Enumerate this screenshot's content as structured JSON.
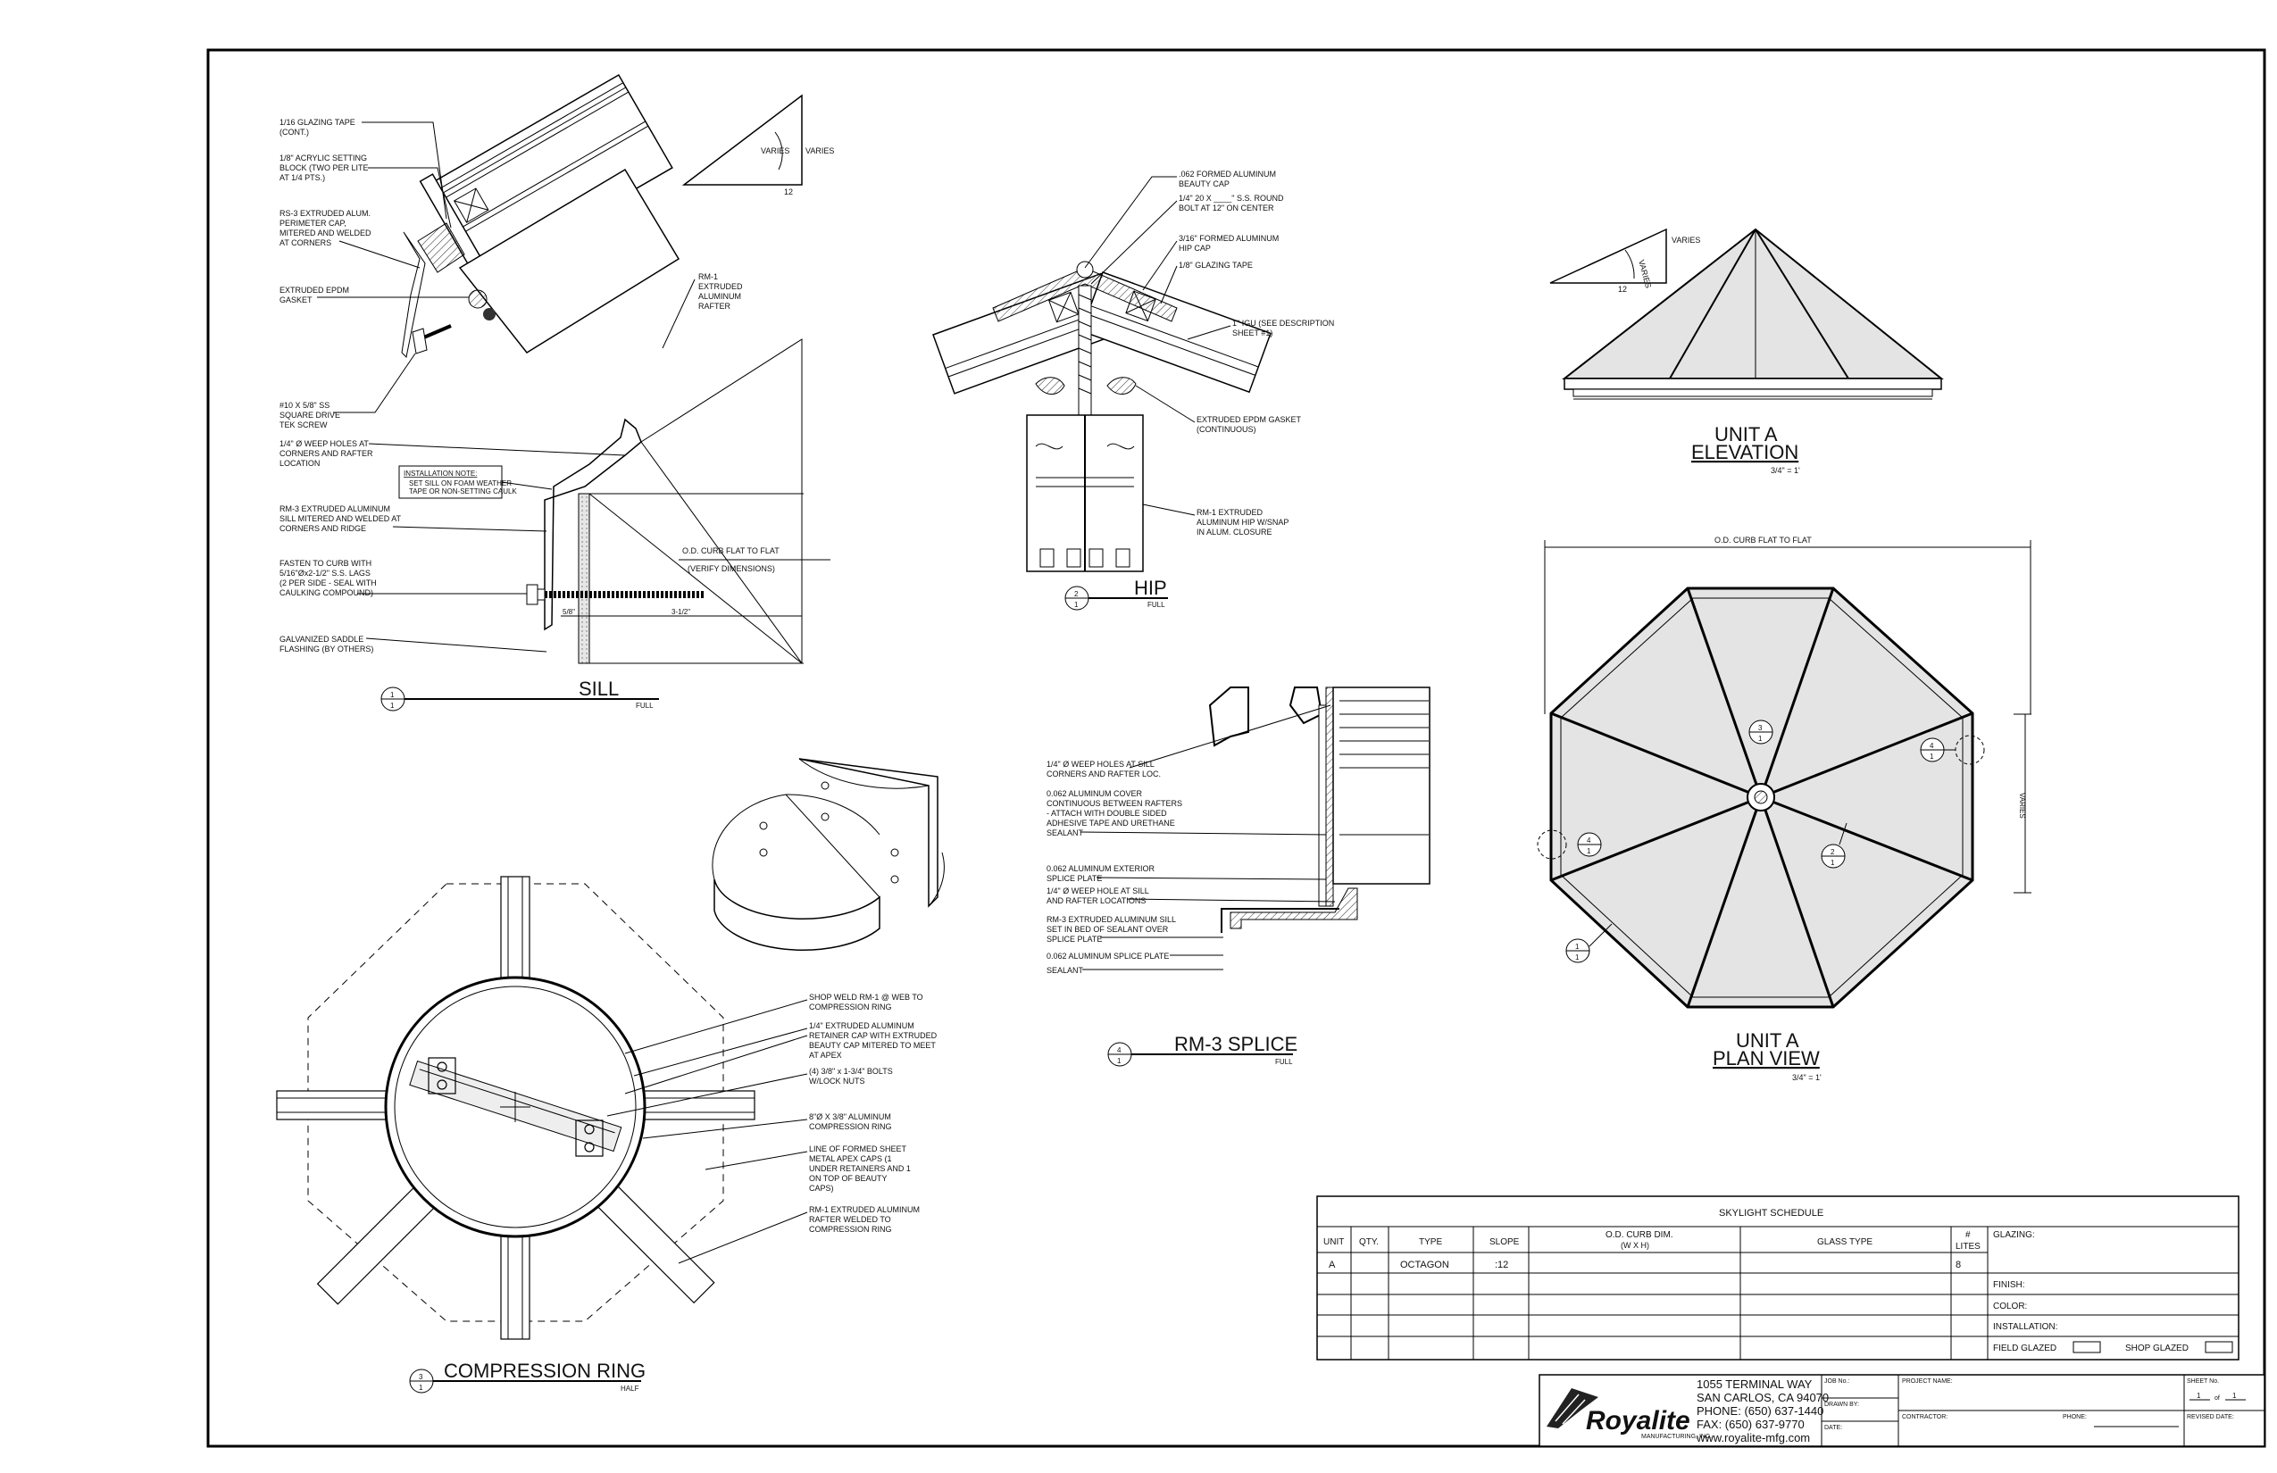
{
  "sill": {
    "labels": [
      "1/16 GLAZING TAPE",
      "(CONT.)",
      "1/8\" ACRYLIC SETTING",
      "BLOCK (TWO PER LITE",
      "AT 1/4 PTS.)",
      "RS-3 EXTRUDED ALUM.",
      "PERIMETER CAP,",
      "MITERED AND WELDED",
      "AT CORNERS",
      "EXTRUDED EPDM",
      "GASKET",
      "#10 X 5/8\" SS",
      "SQUARE DRIVE",
      "TEK SCREW",
      "1/4\" Ø WEEP HOLES AT",
      "CORNERS AND RAFTER",
      "LOCATION",
      "RM-3 EXTRUDED ALUMINUM",
      "SILL MITERED AND WELDED AT",
      "CORNERS AND RIDGE",
      "FASTEN TO CURB WITH",
      "5/16\"Øx2-1/2\" S.S. LAGS",
      "(2 PER SIDE - SEAL WITH",
      "CAULKING COMPOUND)",
      "GALVANIZED SADDLE",
      "FLASHING (BY OTHERS)"
    ],
    "rafter_label": [
      "RM-1",
      "EXTRUDED",
      "ALUMINUM",
      "RAFTER"
    ],
    "install_note_title": "INSTALLATION NOTE:",
    "install_note": [
      "SET SILL ON FOAM WEATHER",
      "TAPE OR NON-SETTING CAULK"
    ],
    "od_curb": "O.D. CURB FLAT TO FLAT",
    "verify": "(VERIFY DIMENSIONS)",
    "dim_a": "5/8\"",
    "dim_b": "3-1/2\"",
    "title": "SILL",
    "scale": "FULL",
    "num": "1",
    "sheet": "1"
  },
  "slope_sill": {
    "varies_a": "VARIES",
    "varies_b": "VARIES",
    "rise": "12"
  },
  "hip": {
    "labels": [
      ".062 FORMED ALUMINUM",
      "BEAUTY CAP",
      "1/4\" 20 X ____\" S.S. ROUND",
      "BOLT AT 12\" ON CENTER",
      "3/16\" FORMED ALUMINUM",
      "HIP CAP",
      "1/8\" GLAZING TAPE",
      "1\" IGU  (SEE DESCRIPTION",
      "SHEET #1)",
      "EXTRUDED EPDM GASKET",
      "(CONTINUOUS)",
      "RM-1 EXTRUDED",
      "ALUMINUM HIP W/SNAP",
      "IN ALUM. CLOSURE"
    ],
    "title": "HIP",
    "scale": "FULL",
    "num": "2",
    "sheet": "1"
  },
  "elevation": {
    "varies_a": "VARIES",
    "varies_b": "VARIES",
    "rise": "12",
    "title1": "UNIT A",
    "title2": "ELEVATION",
    "scale": "3/4\" = 1'"
  },
  "plan": {
    "od_curb": "O.D. CURB FLAT TO FLAT",
    "varies": "VARIES",
    "title1": "UNIT A",
    "title2": "PLAN VIEW",
    "scale": "3/4\" = 1'",
    "callouts": [
      {
        "num": "3",
        "sheet": "1"
      },
      {
        "num": "4",
        "sheet": "1"
      },
      {
        "num": "4",
        "sheet": "1"
      },
      {
        "num": "2",
        "sheet": "1"
      },
      {
        "num": "1",
        "sheet": "1"
      }
    ]
  },
  "splice": {
    "labels": [
      "1/4\" Ø WEEP HOLES AT SILL",
      "CORNERS AND RAFTER LOC.",
      "0.062 ALUMINUM COVER",
      "CONTINUOUS BETWEEN RAFTERS",
      "- ATTACH WITH DOUBLE SIDED",
      "ADHESIVE TAPE AND URETHANE",
      "SEALANT",
      "0.062 ALUMINUM EXTERIOR",
      "SPLICE PLATE",
      "1/4\" Ø WEEP HOLE AT SILL",
      "AND RAFTER LOCATIONS",
      "RM-3 EXTRUDED ALUMINUM SILL",
      "SET IN BED OF SEALANT OVER",
      "SPLICE PLATE",
      "0.062 ALUMINUM SPLICE PLATE",
      "SEALANT"
    ],
    "title": "RM-3 SPLICE",
    "scale": "FULL",
    "num": "4",
    "sheet": "1"
  },
  "ring": {
    "labels": [
      "SHOP WELD RM-1 @ WEB TO",
      "COMPRESSION RING",
      "1/4\" EXTRUDED ALUMINUM",
      "RETAINER CAP WITH EXTRUDED",
      "BEAUTY CAP MITERED TO MEET",
      "AT APEX",
      "(4) 3/8\" x 1-3/4\" BOLTS",
      "W/LOCK NUTS",
      "8\"Ø X 3/8\" ALUMINUM",
      "COMPRESSION RING",
      "LINE OF FORMED SHEET",
      "METAL APEX CAPS (1",
      "UNDER RETAINERS AND 1",
      "ON TOP OF BEAUTY",
      "CAPS)",
      "RM-1 EXTRUDED  ALUMINUM",
      "RAFTER WELDED TO",
      "COMPRESSION RING"
    ],
    "title": "COMPRESSION RING",
    "scale": "HALF",
    "num": "3",
    "sheet": "1"
  },
  "schedule": {
    "title": "SKYLIGHT SCHEDULE",
    "headers": [
      "UNIT",
      "QTY.",
      "TYPE",
      "SLOPE",
      "O.D. CURB DIM.",
      "(W X H)",
      "GLASS TYPE",
      "#",
      "LITES",
      "GLAZING:"
    ],
    "row": [
      "A",
      "",
      "OCTAGON",
      ":12",
      "",
      "",
      "8"
    ],
    "side": [
      "FINISH:",
      "COLOR:",
      "INSTALLATION:"
    ],
    "field_glazed": "FIELD GLAZED",
    "shop_glazed": "SHOP GLAZED"
  },
  "titleblock": {
    "brand": "Royalite",
    "brand_sub": "MANUFACTURING, INC.",
    "address": [
      "1055 TERMINAL WAY",
      "SAN CARLOS, CA 94070",
      "PHONE: (650) 637-1440",
      "FAX: (650) 637-9770",
      "www.royalite-mfg.com"
    ],
    "job_no": "JOB No.:",
    "drawn_by": "DRAWN BY:",
    "date": "DATE:",
    "project": "PROJECT NAME:",
    "contractor": "CONTRACTOR:",
    "phone": "PHONE:",
    "sheet_no": "SHEET No.",
    "sheet_cur": "1",
    "sheet_of": "of",
    "sheet_tot": "1",
    "revised": "REVISED DATE:"
  }
}
